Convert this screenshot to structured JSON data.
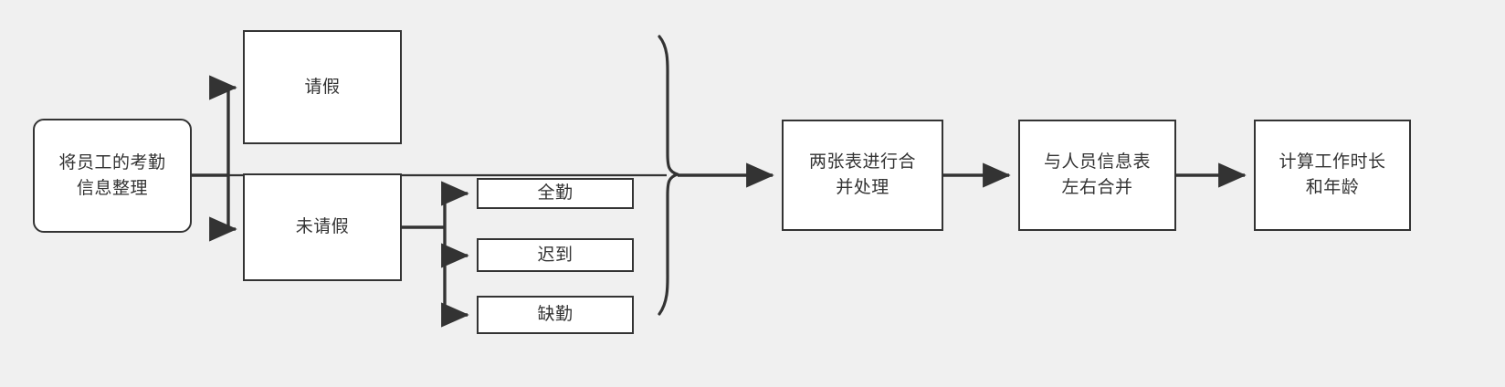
{
  "diagram": {
    "type": "flowchart",
    "background_color": "#f0f0f0",
    "stroke_color": "#333333",
    "node_fill": "#ffffff",
    "nodes": [
      {
        "id": "collect",
        "label": "将员工的考勤\n信息整理",
        "shape": "rounded-rect"
      },
      {
        "id": "leave",
        "label": "请假",
        "shape": "rect"
      },
      {
        "id": "noleave",
        "label": "未请假",
        "shape": "rect"
      },
      {
        "id": "full",
        "label": "全勤",
        "shape": "rect"
      },
      {
        "id": "late",
        "label": "迟到",
        "shape": "rect"
      },
      {
        "id": "absent",
        "label": "缺勤",
        "shape": "rect"
      },
      {
        "id": "merge",
        "label": "两张表进行合\n并处理",
        "shape": "rect"
      },
      {
        "id": "join",
        "label": "与人员信息表\n左右合并",
        "shape": "rect"
      },
      {
        "id": "calc",
        "label": "计算工作时长\n和年龄",
        "shape": "rect"
      }
    ],
    "edges": [
      {
        "from": "collect",
        "to": "leave",
        "arrow": true
      },
      {
        "from": "collect",
        "to": "noleave",
        "arrow": true
      },
      {
        "from": "noleave",
        "to": "full",
        "arrow": true
      },
      {
        "from": "noleave",
        "to": "late",
        "arrow": true
      },
      {
        "from": "noleave",
        "to": "absent",
        "arrow": true
      },
      {
        "from": "brace",
        "to": "merge",
        "arrow": true
      },
      {
        "from": "merge",
        "to": "join",
        "arrow": true
      },
      {
        "from": "join",
        "to": "calc",
        "arrow": true
      }
    ],
    "brace": {
      "orientation": "right-curly",
      "groups": [
        "leave",
        "full",
        "late",
        "absent"
      ]
    }
  }
}
